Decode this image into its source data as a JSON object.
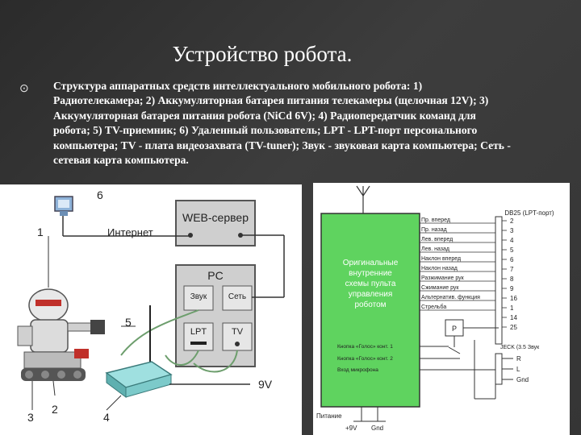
{
  "slide": {
    "title": "Устройство робота.",
    "body": "Структура аппаратных средств интеллектуального мобильного робота: 1) Радиотелекамера; 2) Аккумуляторная батарея питания телекамеры (щелочная 12V); 3) Аккумуляторная батарея питания робота (NiCd 6V); 4) Радиопередатчик команд для робота; 5) TV-приемник; 6) Удаленный пользователь; LPT - LPT-порт персонального компьютера; TV - плата видеозахвата (TV-tuner); Звук - звуковая карта компьютера; Сеть - сетевая карта компьютера."
  },
  "left_diagram": {
    "web_server": "WEB-сервер",
    "internet": "Интернет",
    "pc": "PC",
    "sound": "Звук",
    "network": "Сеть",
    "lpt": "LPT",
    "tv": "TV",
    "voltage": "9V",
    "n1": "1",
    "n2": "2",
    "n3": "3",
    "n4": "4",
    "n5": "5",
    "n6": "6"
  },
  "right_diagram": {
    "block_label": [
      "Оригинальные",
      "внутренние",
      "схемы пульта",
      "управления",
      "роботом"
    ],
    "port_title": "DB25 (LPT-порт)",
    "signals": [
      "Пр. вперед",
      "Пр. назад",
      "Лев. вперед",
      "Лев. назад",
      "Наклон вперед",
      "Наклон назад",
      "Разжимание рук",
      "Сжимание рук",
      "Альтернатив. функция",
      "Стрельба"
    ],
    "pins": [
      "2",
      "3",
      "4",
      "5",
      "6",
      "7",
      "8",
      "9",
      "16",
      "1",
      "14",
      "25"
    ],
    "relay": "P",
    "button1": "Кнопка «Голос» конт. 1",
    "button2": "Кнопка «Голос» конт. 2",
    "mic_input": "Вход микрофона",
    "jack": "JECK (3.5 Звук",
    "jack_r": "R",
    "jack_l": "L",
    "jack_gnd": "Gnd",
    "power": "Питание",
    "power_plus": "+9V",
    "power_gnd": "Gnd"
  },
  "colors": {
    "slide_bg": "#3a3a3a",
    "block_green": "#5fd35f",
    "box_gray": "#cfcfcf",
    "line_dark": "#333333"
  }
}
